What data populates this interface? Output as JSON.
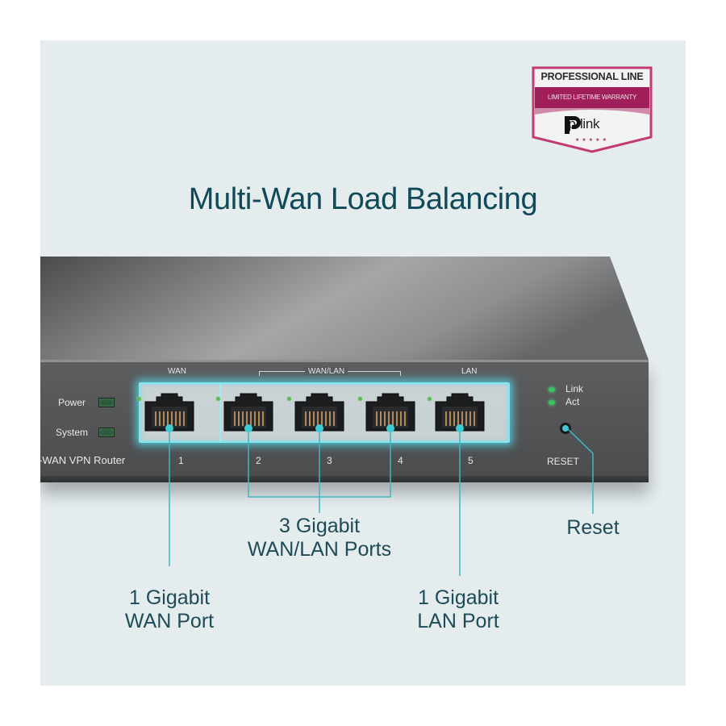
{
  "badge": {
    "line1": "PROFESSIONAL LINE",
    "line2": "LIMITED LIFETIME WARRANTY",
    "brand": "tp-link",
    "stars": "★★★★★",
    "colors": {
      "magenta": "#a01f5a",
      "frame": "#c23a74"
    }
  },
  "headline": "Multi-Wan Load Balancing",
  "router": {
    "model_label": "-WAN VPN Router",
    "status_leds": [
      {
        "label": "Power"
      },
      {
        "label": "System"
      }
    ],
    "group_labels": {
      "wan": "WAN",
      "wan_lan": "WAN/LAN",
      "lan": "LAN"
    },
    "ports": [
      {
        "number": "1",
        "type": "WAN"
      },
      {
        "number": "2",
        "type": "WAN/LAN"
      },
      {
        "number": "3",
        "type": "WAN/LAN"
      },
      {
        "number": "4",
        "type": "WAN/LAN"
      },
      {
        "number": "5",
        "type": "LAN"
      }
    ],
    "legend": {
      "link": "Link",
      "act": "Act"
    },
    "reset_label": "RESET"
  },
  "callouts": {
    "wan_port": {
      "line1": "1 Gigabit",
      "line2": "WAN Port"
    },
    "wan_lan_ports": {
      "line1": "3 Gigabit",
      "line2": "WAN/LAN Ports"
    },
    "lan_port": {
      "line1": "1 Gigabit",
      "line2": "LAN Port"
    },
    "reset": {
      "line1": "Reset"
    }
  },
  "colors": {
    "background": "#e4ecee",
    "headline": "#0f4a59",
    "callout_text": "#1d4b57",
    "callout_line": "#3fb7c2",
    "glow": "#54dceb"
  }
}
